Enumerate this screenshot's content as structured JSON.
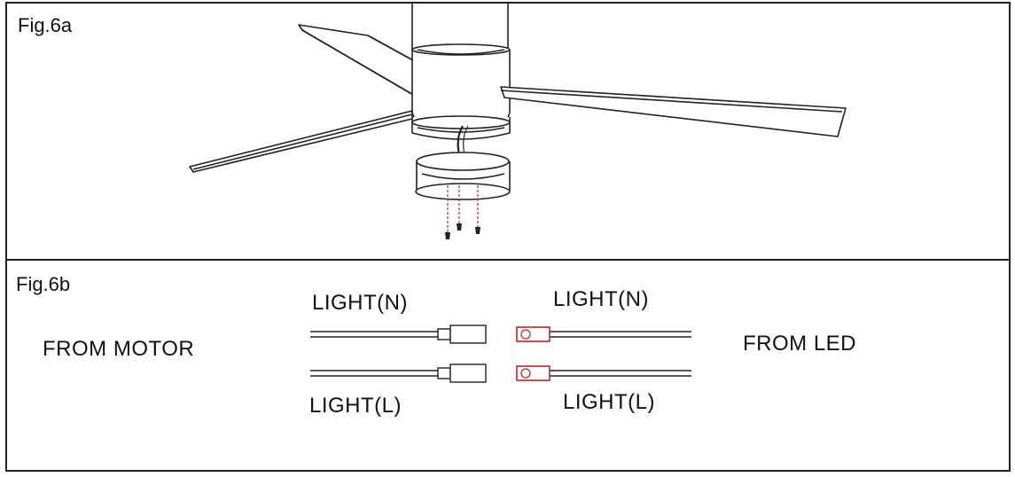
{
  "fig_a": {
    "label": "Fig.6a"
  },
  "fig_b": {
    "label": "Fig.6b",
    "from_motor": "FROM MOTOR",
    "from_led": "FROM LED",
    "motor_top_label": "LIGHT(N)",
    "motor_bottom_label": "LIGHT(L)",
    "led_top_label": "LIGHT(N)",
    "led_bottom_label": "LIGHT(L)"
  },
  "colors": {
    "line": "#222222",
    "guide": "#c0262b"
  }
}
